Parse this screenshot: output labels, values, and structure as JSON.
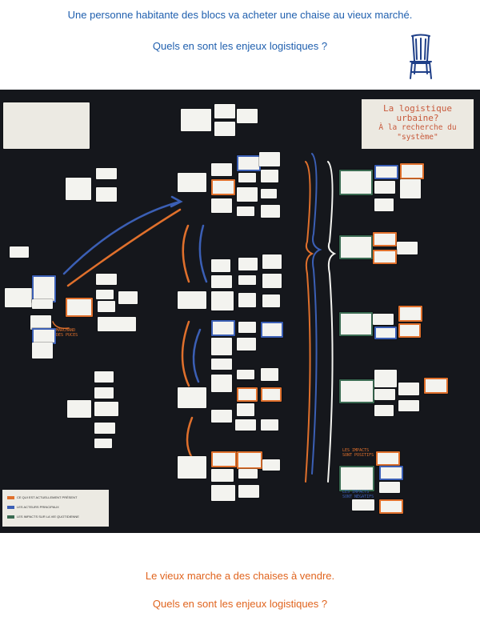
{
  "header": {
    "line1": "Une personne habitante des blocs va acheter une chaise au vieux marché.",
    "line2": "Quels en sont les enjeux logistiques ?"
  },
  "board": {
    "title_line1": "La logistique urbaine?",
    "title_line2": "À la recherche du",
    "title_line3": "\"système\"",
    "annotation_marche": "MARCHAND\nDES PUCES",
    "annotation_impacts_positifs": "LES IMPACTS\nSONT POSITIFS",
    "annotation_impacts_negatifs": "LES IMPACTS\nSONT NÉGATIFS",
    "legend": [
      {
        "color": "#e0702c",
        "label": "CE QUI EST ACTUELLEMENT PRÉSENT"
      },
      {
        "color": "#3b5fb5",
        "label": "LES ACTEURS PRINCIPAUX"
      },
      {
        "color": "#3a6b52",
        "label": "LES IMPACTS SUR LA VIE QUOTIDIENNE"
      }
    ],
    "colors": {
      "board": "#15171c",
      "orange": "#e0702c",
      "blue": "#3b5fb5",
      "green": "#3a6b52"
    }
  },
  "footer": {
    "line1": "Le vieux marche a des chaises à vendre.",
    "line2": "Quels en sont les enjeux logistiques ?"
  },
  "icons": [
    "chair-icon"
  ]
}
